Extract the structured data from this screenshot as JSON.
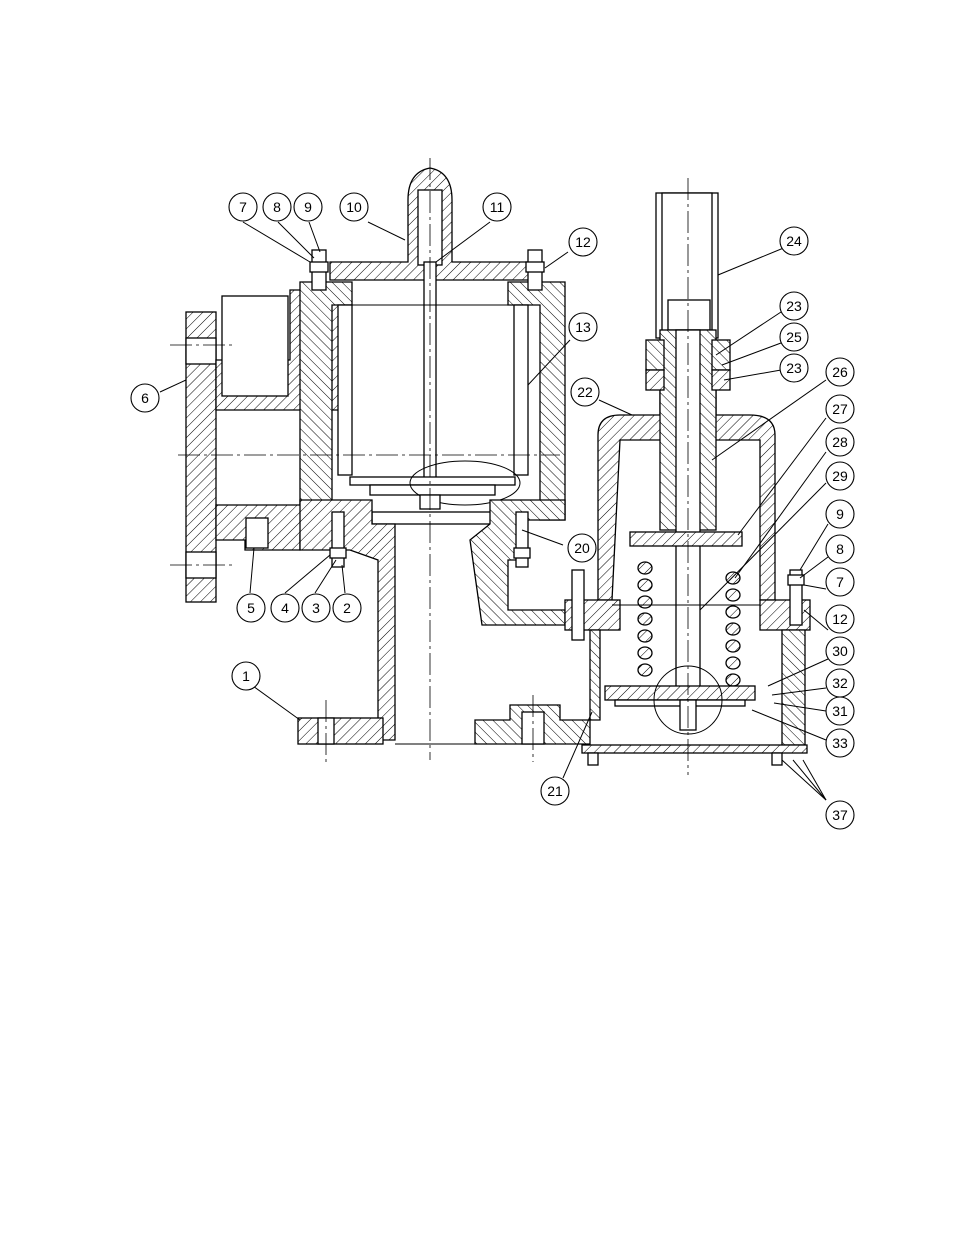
{
  "balloons": [
    {
      "id": "b1",
      "label": "1"
    },
    {
      "id": "b2",
      "label": "2"
    },
    {
      "id": "b3",
      "label": "3"
    },
    {
      "id": "b4",
      "label": "4"
    },
    {
      "id": "b5",
      "label": "5"
    },
    {
      "id": "b6",
      "label": "6"
    },
    {
      "id": "b7a",
      "label": "7"
    },
    {
      "id": "b8a",
      "label": "8"
    },
    {
      "id": "b9a",
      "label": "9"
    },
    {
      "id": "b10",
      "label": "10"
    },
    {
      "id": "b11",
      "label": "11"
    },
    {
      "id": "b12a",
      "label": "12"
    },
    {
      "id": "b13",
      "label": "13"
    },
    {
      "id": "b20",
      "label": "20"
    },
    {
      "id": "b21",
      "label": "21"
    },
    {
      "id": "b22",
      "label": "22"
    },
    {
      "id": "b23a",
      "label": "23"
    },
    {
      "id": "b24",
      "label": "24"
    },
    {
      "id": "b25",
      "label": "25"
    },
    {
      "id": "b23b",
      "label": "23"
    },
    {
      "id": "b26",
      "label": "26"
    },
    {
      "id": "b27",
      "label": "27"
    },
    {
      "id": "b28",
      "label": "28"
    },
    {
      "id": "b29",
      "label": "29"
    },
    {
      "id": "b9b",
      "label": "9"
    },
    {
      "id": "b8b",
      "label": "8"
    },
    {
      "id": "b7b",
      "label": "7"
    },
    {
      "id": "b12b",
      "label": "12"
    },
    {
      "id": "b30",
      "label": "30"
    },
    {
      "id": "b32",
      "label": "32"
    },
    {
      "id": "b31",
      "label": "31"
    },
    {
      "id": "b33",
      "label": "33"
    },
    {
      "id": "b37",
      "label": "37"
    }
  ]
}
